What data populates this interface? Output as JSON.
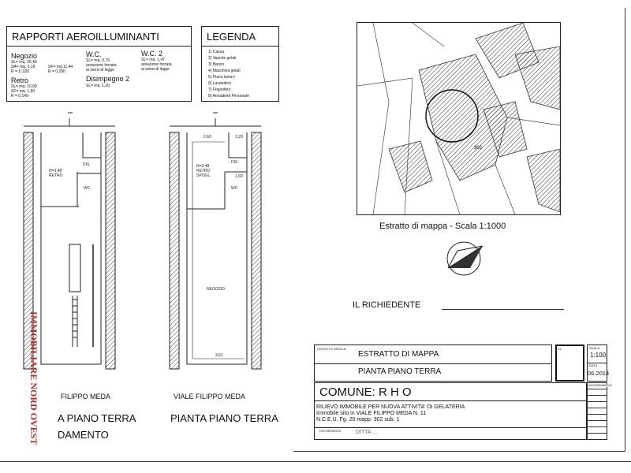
{
  "rapporti": {
    "title": "RAPPORTI AEROILLUMINANTI",
    "negozio": {
      "name": "Negozio",
      "lines": [
        "SL= mq. 39,45",
        "SA= mq. 3,19",
        "R = 1/,020"
      ],
      "lines2": [
        "SF= mq.11,44",
        "R = 0,290"
      ]
    },
    "wc": {
      "name": "W.C.",
      "lines": [
        "SL= mq. 0,79",
        "areazione forzata",
        "ai sensi di legge"
      ]
    },
    "wc2": {
      "name": "W.C. 2",
      "lines": [
        "SL= mq. 1,47",
        "areazione forzata",
        "ai sensi di legge"
      ]
    },
    "retro": {
      "name": "Retro",
      "lines": [
        "SL= mq. 10,09",
        "SF= mq. 1,60",
        "R = 0,149"
      ]
    },
    "disimpegno": {
      "name": "Disimpegno 2",
      "lines": [
        "SL= mq. 1,20"
      ]
    }
  },
  "legenda": {
    "title": "LEGENDA",
    "items": [
      "1) Cassa",
      "2) Vasche gelati",
      "3) Banco",
      "4) Macchina gelati",
      "5) Piano lavoro",
      "6) Lavandino",
      "7) Frigorifero",
      "8) Armadietti Personale"
    ]
  },
  "map": {
    "caption": "Estratto di mappa - Scala 1:1000",
    "parcel": "302"
  },
  "richiedente": "IL RICHIEDENTE",
  "plan1": {
    "labels": {
      "room1": "H=3,48",
      "room2": "RETRO",
      "wc": "WC",
      "dis": "DIS"
    },
    "street": "FILIPPO MEDA",
    "title": "A PIANO TERRA",
    "subtitle": "DAMENTO"
  },
  "plan2": {
    "labels": {
      "h": "H=3,48",
      "retro": "RETRO",
      "spogl": "SPOGL.",
      "wc": "WC",
      "dis": "DIS",
      "negozio": "NEGOZIO",
      "d1": "2,60",
      "d2": "1,20",
      "d3": "1,60",
      "d4": "3,61"
    },
    "street": "VIALE FILIPPO MEDA",
    "title": "PIANTA PIANO TERRA"
  },
  "title_block": {
    "oggetto_label": "OGGETTO TAVOLA:",
    "row1": "ESTRATTO DI MAPPA",
    "row2": "PIANTA PIANO TERRA",
    "n_label": "N.",
    "scala_label": "SCALA",
    "scala": "1:100",
    "data_label": "DATA",
    "data": "06.2014",
    "aggiornamenti_label": "AGGIORNAMENTI",
    "comune": "COMUNE:  R H O",
    "desc": [
      "RILIEVO IMMOBILE PER NUOVA ATTIVITA' DI GELATERIA",
      "Immobile sito in VIALE FILIPPO MEDA N. 11",
      "N.C.E.U. Fg. 20 mapp. 302 sub. 1"
    ],
    "richiedente_label": "RICHIEDENTE",
    "richiedente_value": "DITTA ..."
  },
  "watermark": {
    "text": "IMMOBILIARE NORD OVEST",
    "color": "#b22a2a"
  }
}
